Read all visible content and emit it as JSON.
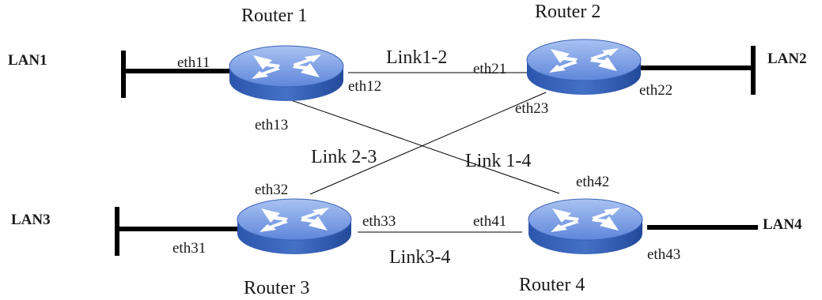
{
  "routers": {
    "r1": {
      "name": "Router 1"
    },
    "r2": {
      "name": "Router 2"
    },
    "r3": {
      "name": "Router 3"
    },
    "r4": {
      "name": "Router 4"
    }
  },
  "lans": {
    "lan1": "LAN1",
    "lan2": "LAN2",
    "lan3": "LAN3",
    "lan4": "LAN4"
  },
  "links": {
    "l12": "Link1-2",
    "l23": "Link 2-3",
    "l14": "Link 1-4",
    "l34": "Link3-4"
  },
  "interfaces": {
    "eth11": "eth11",
    "eth12": "eth12",
    "eth13": "eth13",
    "eth21": "eth21",
    "eth22": "eth22",
    "eth23": "eth23",
    "eth31": "eth31",
    "eth32": "eth32",
    "eth33": "eth33",
    "eth41": "eth41",
    "eth42": "eth42",
    "eth43": "eth43"
  },
  "colors": {
    "router_body": "#5a82d8",
    "router_side": "#244a9c",
    "router_top_highlight": "#9db8ee",
    "arrow": "#ffffff",
    "line": "#000000"
  }
}
